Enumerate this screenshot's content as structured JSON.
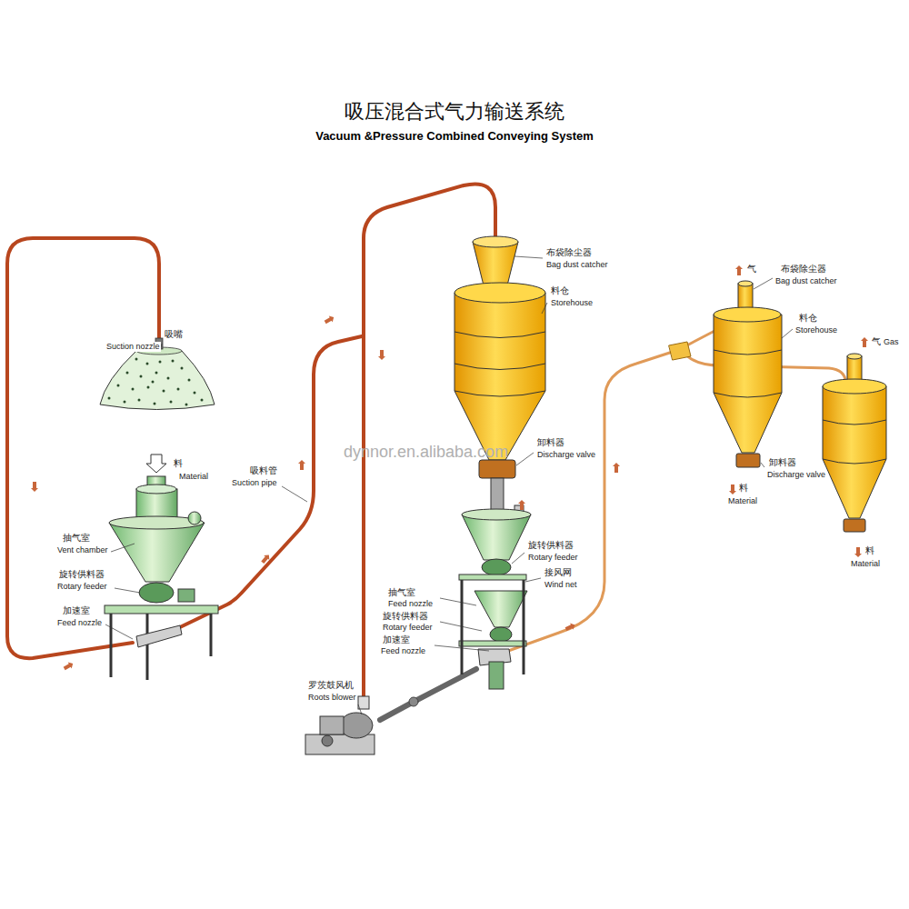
{
  "diagram": {
    "title": "吸压混合式气力输送系统",
    "labels": [
      "Vacuum &Pressure Combined Conveying System",
      "吸嘴",
      "Suction nozzle",
      "料",
      "Material",
      "抽气室",
      "Vent chamber",
      "旋转供料器",
      "Rotary feeder",
      "加速室",
      "Feed nozzle",
      "吸料管",
      "Suction pipe",
      "布袋除尘器",
      "Bag dust catcher",
      "料仓",
      "Storehouse",
      "卸料器",
      "Discharge valve",
      "旋转供料器",
      "Rotary feeder",
      "接风网",
      "Wind net",
      "抽气室",
      "Feed nozzle",
      "旋转供料器",
      "Rotary feeder",
      "加速室",
      "Feed nozzle",
      "罗茨鼓风机",
      "Roots blower",
      "气",
      "布袋除尘器",
      "Bag dust catcher",
      "料仓",
      "Storehouse",
      "气",
      "Gas",
      "卸料器",
      "Discharge valve",
      "料",
      "Material",
      "料",
      "Material",
      "dynnor.en.alibaba.com"
    ]
  }
}
